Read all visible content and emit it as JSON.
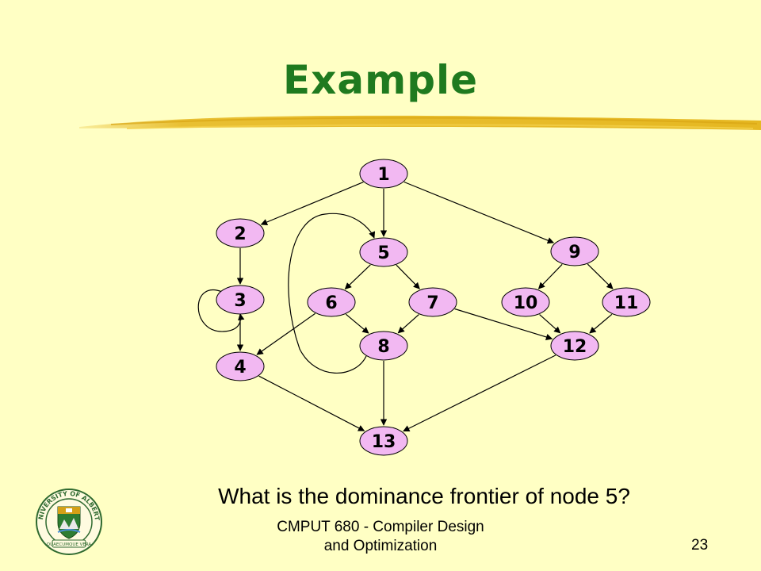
{
  "slide": {
    "title": "Example",
    "question": "What is the dominance frontier of node 5?",
    "footer_line1": "CMPUT 680 - Compiler Design",
    "footer_line2": "and Optimization",
    "slide_number": "23"
  },
  "logo": {
    "ring_text": "UNIVERSITY OF ALBERTA",
    "motto": "QUAECUMQUE VERA"
  },
  "colors": {
    "background": "#ffffc4",
    "title": "#1f7a1f",
    "underline": "#e6b822",
    "node_fill": "#f2b8f2"
  },
  "graph": {
    "nodes": [
      {
        "id": "1",
        "label": "1"
      },
      {
        "id": "2",
        "label": "2"
      },
      {
        "id": "3",
        "label": "3"
      },
      {
        "id": "4",
        "label": "4"
      },
      {
        "id": "5",
        "label": "5"
      },
      {
        "id": "6",
        "label": "6"
      },
      {
        "id": "7",
        "label": "7"
      },
      {
        "id": "8",
        "label": "8"
      },
      {
        "id": "9",
        "label": "9"
      },
      {
        "id": "10",
        "label": "10"
      },
      {
        "id": "11",
        "label": "11"
      },
      {
        "id": "12",
        "label": "12"
      },
      {
        "id": "13",
        "label": "13"
      }
    ],
    "edges": [
      [
        "1",
        "2"
      ],
      [
        "1",
        "5"
      ],
      [
        "1",
        "9"
      ],
      [
        "2",
        "3"
      ],
      [
        "3",
        "3"
      ],
      [
        "3",
        "4"
      ],
      [
        "5",
        "6"
      ],
      [
        "5",
        "7"
      ],
      [
        "6",
        "4"
      ],
      [
        "6",
        "8"
      ],
      [
        "7",
        "8"
      ],
      [
        "7",
        "12"
      ],
      [
        "8",
        "5"
      ],
      [
        "8",
        "13"
      ],
      [
        "9",
        "10"
      ],
      [
        "9",
        "11"
      ],
      [
        "10",
        "12"
      ],
      [
        "11",
        "12"
      ],
      [
        "4",
        "13"
      ],
      [
        "12",
        "13"
      ]
    ]
  }
}
